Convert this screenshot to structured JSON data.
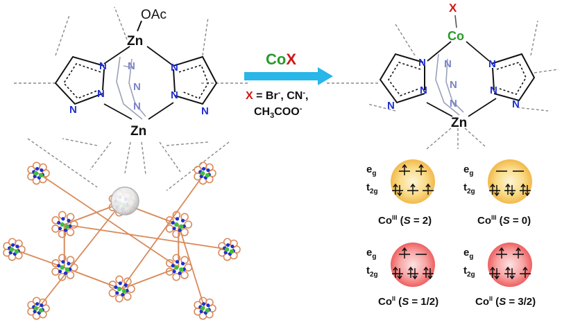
{
  "left_cluster": {
    "top_ligand": "OAc",
    "top_metal": "Zn",
    "bottom_metal": "Zn",
    "nitrogen": "N"
  },
  "reaction": {
    "reagent_metal": "Co",
    "reagent_halide": "X",
    "condition_x": "X",
    "condition_eq": " = Br",
    "condition_br_charge": "-",
    "condition_cn": ", CN",
    "condition_cn_charge": "-",
    "condition_comma": ",",
    "condition_ch": "CH",
    "condition_3": "3",
    "condition_coo": "COO",
    "condition_coo_charge": "-",
    "arrow_color": "#29b6e8"
  },
  "right_cluster": {
    "top_ligand": "X",
    "top_metal": "Co",
    "bottom_metal": "Zn",
    "nitrogen": "N"
  },
  "spin_states": {
    "eg": "e",
    "eg_sub": "g",
    "t2g": "t",
    "t2g_sub": "2g",
    "panels": [
      {
        "ox": "III",
        "s_value": "2"
      },
      {
        "ox": "III",
        "s_value": "0"
      },
      {
        "ox": "II",
        "s_value": "1/2"
      },
      {
        "ox": "II",
        "s_value": "3/2"
      }
    ],
    "co_label": "Co",
    "s_open": "(",
    "s_letter": "S",
    "s_eq": " = ",
    "s_close": ")"
  },
  "colors": {
    "nitrogen": "#1e2fd0",
    "cobalt": "#2a9a2a",
    "halide": "#d21414",
    "co3_glow": "#f7c653",
    "co2_glow": "#f36a6a",
    "linker": "#d98a5a"
  }
}
